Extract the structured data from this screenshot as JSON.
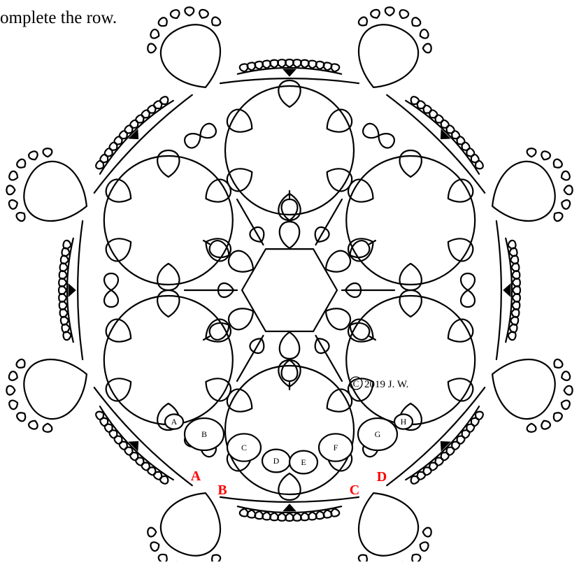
{
  "caption": "omplete the row.",
  "copyright": "2019 J. W.",
  "copyright_symbol": "C",
  "ring_labels": [
    "A",
    "B",
    "C",
    "D",
    "E",
    "F",
    "G",
    "H"
  ],
  "join_labels": [
    "A",
    "B",
    "C",
    "D"
  ],
  "colors": {
    "line": "#000000",
    "join_label": "#ff0000",
    "background": "#ffffff"
  }
}
